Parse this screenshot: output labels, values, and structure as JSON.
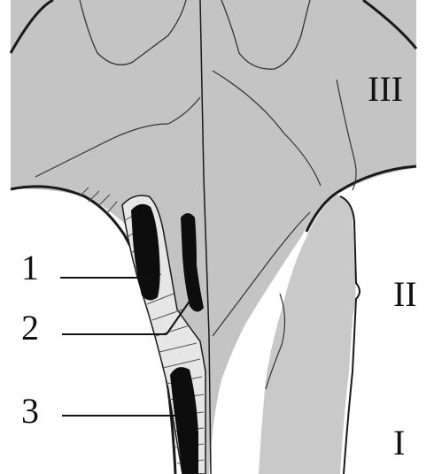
{
  "figure": {
    "callouts": [
      "1",
      "2",
      "3"
    ],
    "zones": [
      "III",
      "II",
      "I"
    ]
  },
  "colors": {
    "tissue_gray": "#c4c4c4",
    "outline": "#1a1a1a",
    "vessel_fill": "#0d0d0d",
    "background": "#ffffff"
  }
}
